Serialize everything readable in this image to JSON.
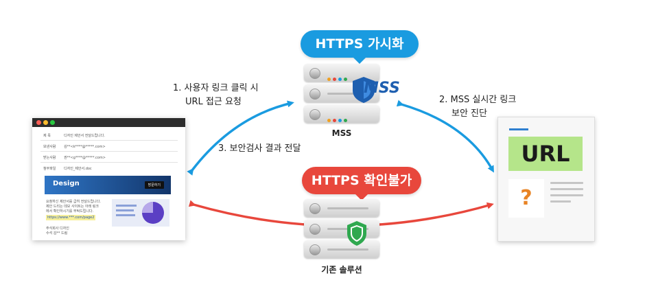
{
  "top_badge": {
    "text": "HTTPS 가시화",
    "color": "#1a9be0"
  },
  "bottom_badge": {
    "text": "HTTPS 확인불가",
    "color": "#e8473c"
  },
  "step1": {
    "line1": "1. 사용자 링크 클릭 시",
    "line2": "URL 접근 요청"
  },
  "step2": {
    "line1": "2. MSS 실시간 링크",
    "line2": "보안 진단"
  },
  "step3": {
    "text": "3. 보안검사 결과 전달"
  },
  "mss_caption": "MSS",
  "mss_logo": "MSS",
  "legacy_caption": "기존 솔루션",
  "document": {
    "url_text": "URL",
    "question": "?"
  },
  "email": {
    "rows": [
      {
        "key": "제     목",
        "value": "디자인 제안서 전달드립니다."
      },
      {
        "key": "보낸사람",
        "value": "김**<k****@*****.com>"
      },
      {
        "key": "받는사람",
        "value": "권**<g****@*****.com>"
      },
      {
        "key": "첨부파일",
        "value": "디자인_제안서.doc"
      }
    ],
    "banner_title": "Design",
    "banner_button": "방문하기",
    "body_lines": [
      "요청하신 제안서를 급히 전달드립니다.",
      "제안 드리는 데모 사이트는 아래 링크",
      "에서 확인하시기를 부탁드립니다."
    ],
    "link": "https://www.***.com/page2",
    "sign_lines": [
      "주식회사 디자인",
      "수석 김** 드림"
    ]
  },
  "colors": {
    "blue_arrow": "#1a9be0",
    "red_arrow": "#e8473c",
    "shield_blue": "#1e5fb0",
    "shield_green": "#2fa84f"
  }
}
